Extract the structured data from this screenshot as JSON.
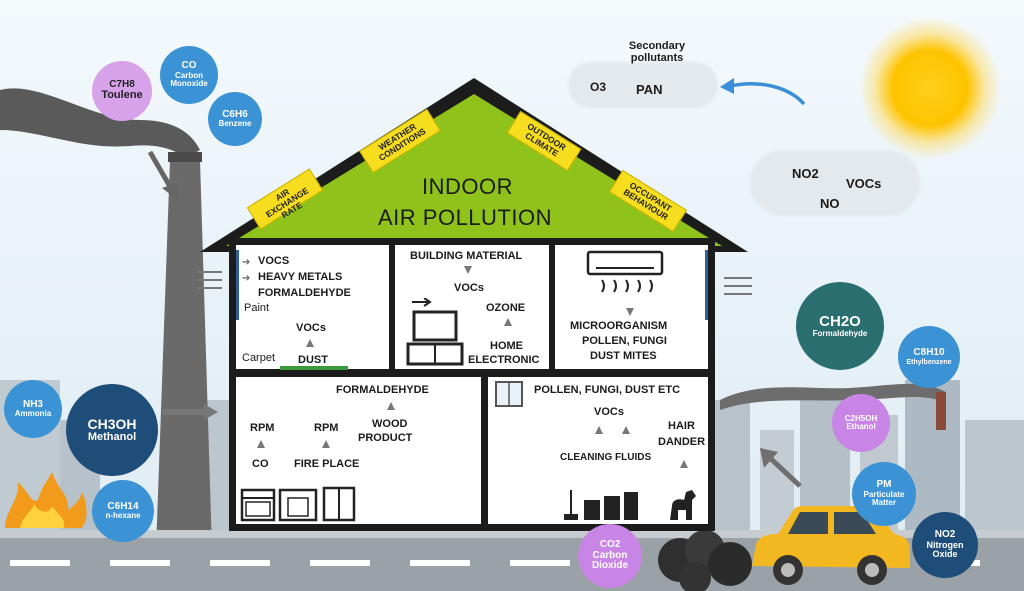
{
  "title": {
    "line1": "INDOOR",
    "line2": "AIR POLLUTION"
  },
  "roof_tags": [
    "AIR EXCHANGE RATE",
    "WEATHER CONDITIONS",
    "OUTDOOR CLIMATE",
    "OCCUPANT BEHAVIOUR"
  ],
  "outdoor": {
    "secondary_label": "Secondary pollutants",
    "o3": "O3",
    "pan": "PAN",
    "no2": "NO2",
    "vocs": "VOCs",
    "no": "NO"
  },
  "bubbles": {
    "toluene": {
      "formula": "C7H8",
      "name": "Toulene",
      "color": "#d8a2ea"
    },
    "co": {
      "formula": "CO",
      "name": "Carbon Monoxide",
      "color": "#3b93d6"
    },
    "benzene": {
      "formula": "C6H6",
      "name": "Benzene",
      "color": "#3b93d6"
    },
    "ammonia": {
      "formula": "NH3",
      "name": "Ammonia",
      "color": "#3b93d6"
    },
    "methanol": {
      "formula": "CH3OH",
      "name": "Methanol",
      "color": "#1e4d7a"
    },
    "hexane": {
      "formula": "C6H14",
      "name": "n-hexane",
      "color": "#3b93d6"
    },
    "co2": {
      "formula": "CO2",
      "name": "Carbon Dioxide",
      "color": "#c885e6"
    },
    "ch2o": {
      "formula": "CH2O",
      "name": "Formaldehyde",
      "color": "#2a6e70"
    },
    "ethylbenzene": {
      "formula": "C8H10",
      "name": "Ethylbenzene",
      "color": "#3b93d6"
    },
    "ethanol": {
      "formula": "C2H5OH",
      "name": "Ethanol",
      "color": "#c885e6"
    },
    "pm": {
      "formula": "PM",
      "name": "Particulate Matter",
      "color": "#3b93d6"
    },
    "no2": {
      "formula": "NO2",
      "name": "Nitrogen Oxide",
      "color": "#1e4d7a"
    }
  },
  "rooms": {
    "r1": {
      "vocs": "VOCS",
      "metals": "HEAVY METALS",
      "formaldehyde": "FORMALDEHYDE",
      "paint": "Paint",
      "vocs2": "VOCs",
      "carpet": "Carpet",
      "dust": "DUST"
    },
    "r2": {
      "building": "BUILDING MATERIAL",
      "vocs": "VOCs",
      "ozone": "OZONE",
      "home": "HOME",
      "electronic": "ELECTRONIC"
    },
    "r3": {
      "micro": "MICROORGANISM",
      "pollen": "POLLEN, FUNGI",
      "dust": "DUST MITES"
    },
    "r4": {
      "formaldehyde": "FORMALDEHYDE",
      "wood1": "WOOD",
      "wood2": "PRODUCT",
      "rpm1": "RPM",
      "co": "CO",
      "rpm2": "RPM",
      "fire": "FIRE PLACE"
    },
    "r5": {
      "pollen": "POLLEN, FUNGI, DUST ETC",
      "vocs": "VOCs",
      "hair1": "HAIR",
      "hair2": "DANDER",
      "cleaning": "CLEANING FLUIDS"
    }
  }
}
